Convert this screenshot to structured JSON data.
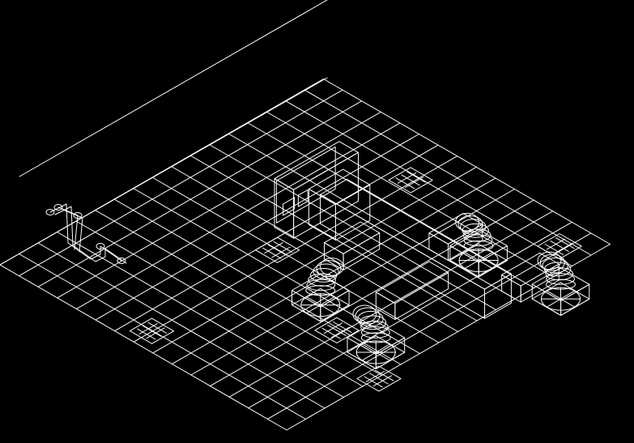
{
  "drawing": {
    "background_color": "#000000",
    "line_color": "#ffffff",
    "grid_rows": 15,
    "grid_cols": 17
  },
  "components": {
    "air_handler": "air-handling-unit",
    "supply_fans": 4,
    "ceiling_grilles": 6,
    "piping": "refrigerant-piping"
  }
}
